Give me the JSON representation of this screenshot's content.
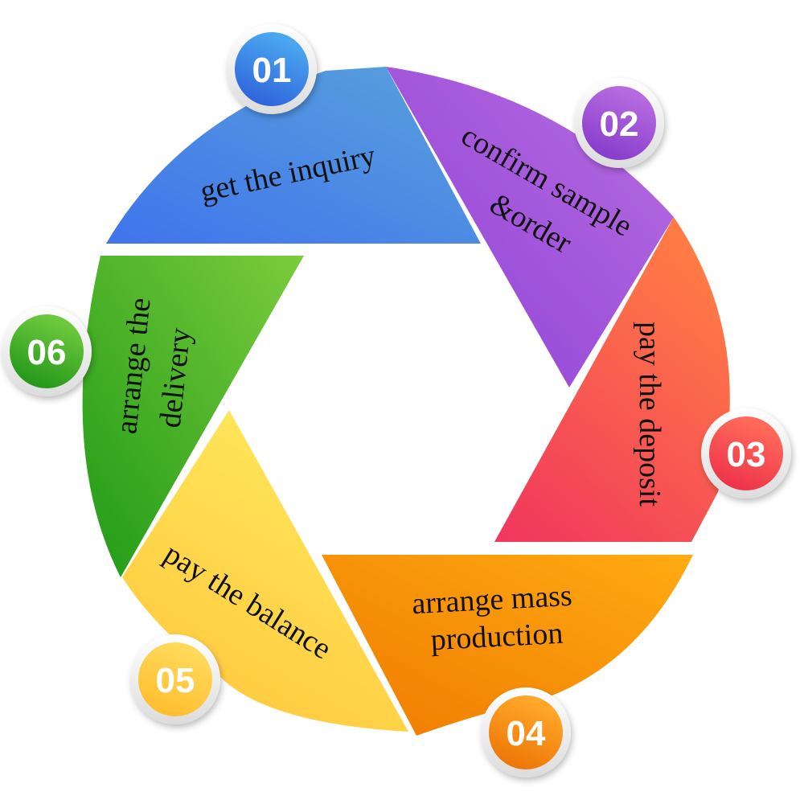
{
  "steps": [
    {
      "number": "01",
      "label_lines": [
        "get the inquiry"
      ]
    },
    {
      "number": "02",
      "label_lines": [
        "confirm sample",
        "&order"
      ]
    },
    {
      "number": "03",
      "label_lines": [
        "pay the deposit"
      ]
    },
    {
      "number": "04",
      "label_lines": [
        "arrange mass",
        "production"
      ]
    },
    {
      "number": "05",
      "label_lines": [
        "pay the balance"
      ]
    },
    {
      "number": "06",
      "label_lines": [
        "arrange the",
        "delivery"
      ]
    }
  ],
  "colors": {
    "step1": [
      "#3f74ec",
      "#5aa2dc"
    ],
    "step2": [
      "#8e3fd6",
      "#b86ee0"
    ],
    "step3": [
      "#f0355e",
      "#ff7a45"
    ],
    "step4": [
      "#ef7a00",
      "#ffab12"
    ],
    "step5": [
      "#ffc43a",
      "#ffe65a"
    ],
    "step6": [
      "#1f9a17",
      "#7ccc3c"
    ],
    "badge1": [
      "#2a5ad8",
      "#4aa6f0"
    ],
    "badge2": [
      "#7f35c8",
      "#b66ae0"
    ],
    "badge3": [
      "#ea2a48",
      "#ff6a5a"
    ],
    "badge4": [
      "#ea6e00",
      "#ffa72a"
    ],
    "badge5": [
      "#ffb928",
      "#ffd95a"
    ],
    "badge6": [
      "#188f14",
      "#6cc83c"
    ]
  }
}
